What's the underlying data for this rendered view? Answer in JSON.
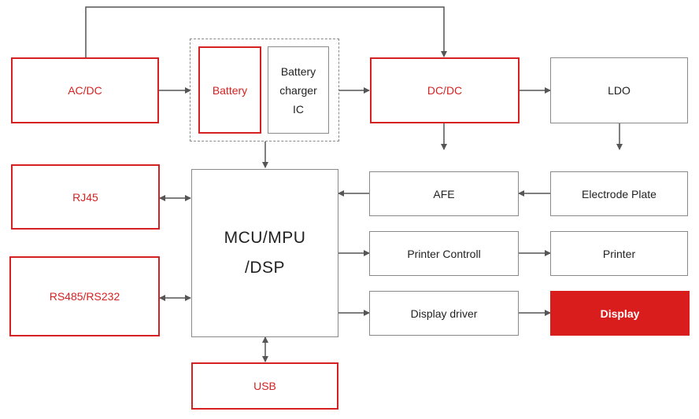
{
  "blocks": {
    "acdc": "AC/DC",
    "battery": "Battery",
    "charger_line1": "Battery",
    "charger_line2": "charger",
    "charger_line3": "IC",
    "dcdc": "DC/DC",
    "ldo": "LDO",
    "rj45": "RJ45",
    "rs485": "RS485/RS232",
    "mcu_line1": "MCU/MPU",
    "mcu_line2": "/DSP",
    "afe": "AFE",
    "electrode": "Electrode Plate",
    "printer_ctrl": "Printer Controll",
    "printer": "Printer",
    "display_driver": "Display driver",
    "display": "Display",
    "usb": "USB"
  },
  "colors": {
    "accent_red": "#d42222",
    "display_fill": "#d91c1c",
    "border_grey": "#8a8a8a",
    "arrow_grey": "#555555"
  }
}
